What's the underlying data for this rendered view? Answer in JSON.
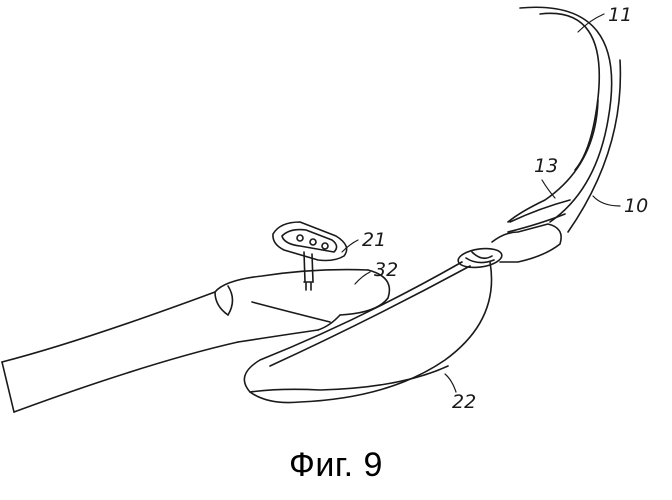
{
  "figure": {
    "caption": "Фиг. 9",
    "reference_numerals": {
      "needle": "11",
      "needle_slot": "13",
      "suture_device": "10",
      "cap": "21",
      "body": "32",
      "suture": "22"
    }
  }
}
